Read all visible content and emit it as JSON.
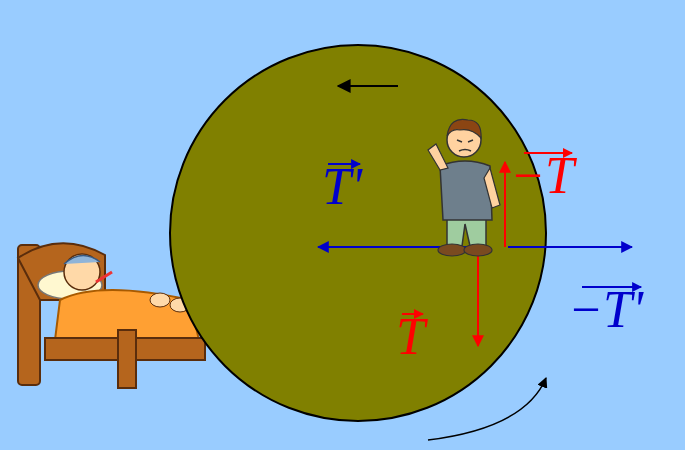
{
  "diagram": {
    "labels": [
      "T'",
      "−T",
      "T",
      "−T'"
    ]
  }
}
